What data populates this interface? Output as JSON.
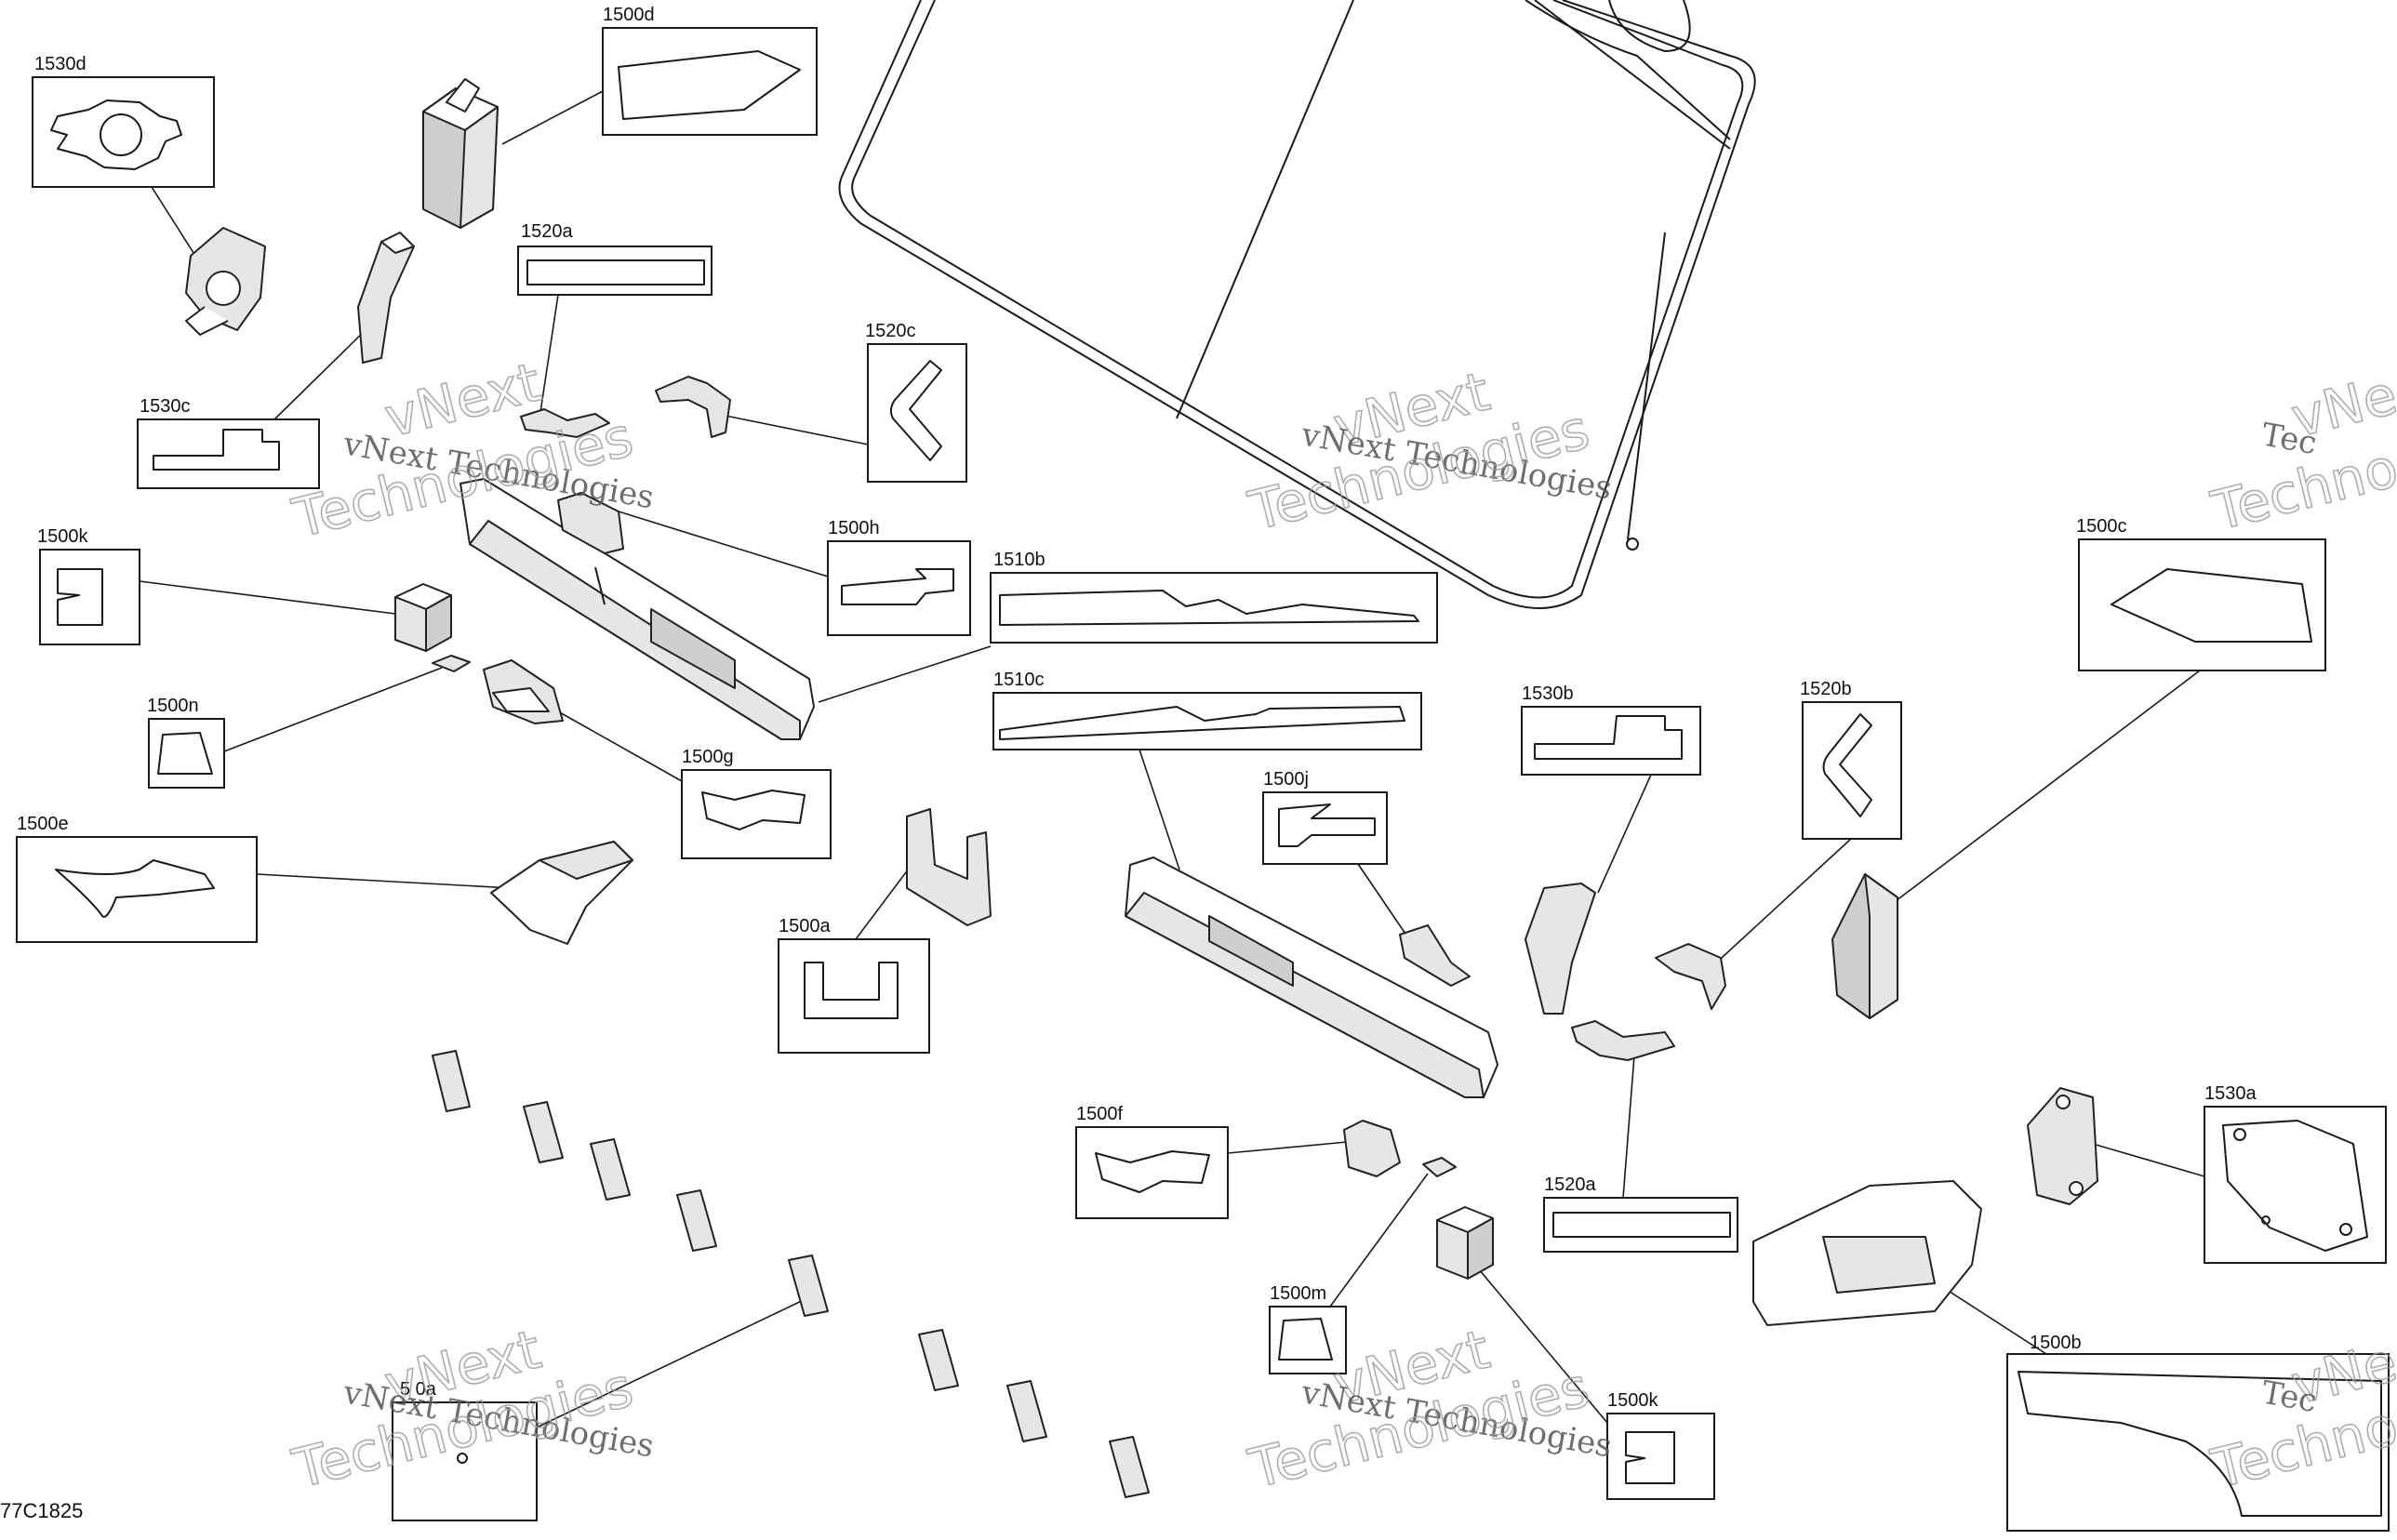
{
  "callouts": {
    "c1530d": "1530d",
    "c1500d": "1500d",
    "c1520a_top": "1520a",
    "c1520c": "1520c",
    "c1530c": "1530c",
    "c1500k_top": "1500k",
    "c1500h": "1500h",
    "c1510b": "1510b",
    "c1500c": "1500c",
    "c1500n": "1500n",
    "c1510c": "1510c",
    "c1530b": "1530b",
    "c1520b": "1520b",
    "c1500g": "1500g",
    "c1500j": "1500j",
    "c1500e": "1500e",
    "c1500a": "1500a",
    "c1530a": "1530a",
    "c1500f": "1500f",
    "c1520a_bottom": "1520a",
    "c1500m": "1500m",
    "c1500b": "1500b",
    "c1500k_bottom": "1500k",
    "c1500_partial": "5 0a"
  },
  "watermark": {
    "line1": "vNext Technologies",
    "line2": "vNext",
    "line3": "Technologies",
    "partial1": "vNe",
    "partial2": "Tec",
    "partial3": "Techno"
  },
  "drawing_code": "77C1825"
}
